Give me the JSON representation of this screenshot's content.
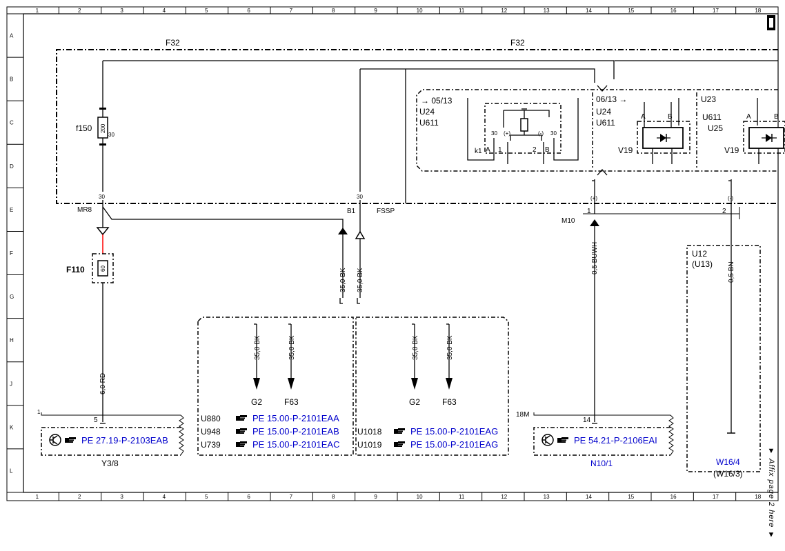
{
  "frame": {
    "col_numbers": [
      "1",
      "2",
      "3",
      "4",
      "5",
      "6",
      "7",
      "8",
      "9",
      "10",
      "11",
      "12",
      "13",
      "14",
      "15",
      "16",
      "17",
      "18"
    ],
    "row_letters": [
      "A",
      "B",
      "C",
      "D",
      "E",
      "F",
      "G",
      "H",
      "J",
      "K",
      "L"
    ]
  },
  "labels": {
    "f32_left": "F32",
    "f32_right": "F32",
    "f150": "f150",
    "f150_value": "200",
    "f150_pin": "30",
    "mr8": "MR8",
    "mr8_pin": "30",
    "f110": "F110",
    "f110_value": "60",
    "b1": "B1",
    "b1_pin": "30",
    "fssp": "FSSP",
    "wire_6rd": "6,0 RD",
    "wire_35bk_a": "35,0 BK",
    "wire_35bk_b": "35,0 BK",
    "wire_35bk_c": "35,0 BK",
    "wire_35bk_d": "35,0 BK",
    "wire_35bk_e": "35,0 BK",
    "wire_35bk_f": "35,0 BK",
    "wire_bu_wh": "0,5 BUWH",
    "wire_bn": "0,5 BN",
    "m10": "M10",
    "m10_pin1": "1",
    "m10_pin2": "2",
    "m10_plus": "(+)",
    "m10_minus": "(-)",
    "k1": "k1",
    "k1_pin_a": "A",
    "k1_pin_b": "B",
    "k1_pin_1": "1",
    "k1_pin_2": "2",
    "k1_30a": "30",
    "k1_plus": "(+)",
    "k1_minus": "(-)",
    "k1_30b": "30",
    "ref_0513": "05/13",
    "u24_a": "U24",
    "u611_a": "U611",
    "ref_0613": "06/13",
    "u24_b": "U24",
    "u611_b": "U611",
    "v19_a": "V19",
    "v19_a_pa": "A",
    "v19_a_pb": "B",
    "u23": "U23",
    "u611_c": "U611",
    "u25": "U25",
    "v19_b": "V19",
    "v19_b_pa": "A",
    "v19_b_pb": "B",
    "u12": "U12",
    "u13": "(U13)",
    "w16_4": "W16/4",
    "w16_3": "(W16/3)",
    "g2_left": "G2",
    "f63_left": "F63",
    "g2_right": "G2",
    "f63_right": "F63",
    "u880": "U880",
    "u948": "U948",
    "u739": "U739",
    "u1018": "U1018",
    "u1019": "U1019",
    "y38": "Y3/8",
    "y38_pin1": "1",
    "y38_pin5": "5",
    "n101": "N10/1",
    "n101_18m": "18M",
    "n101_pin14": "14",
    "affix": "Affix page 2 here"
  },
  "links": {
    "pe_y38": "PE 27.19-P-2103EAB",
    "pe_u880": "PE 15.00-P-2101EAA",
    "pe_u948": "PE 15.00-P-2101EAB",
    "pe_u739": "PE 15.00-P-2101EAC",
    "pe_u1018": "PE 15.00-P-2101EAG",
    "pe_u1019": "PE 15.00-P-2101EAG",
    "pe_n101": "PE 54.21-P-2106EAI"
  },
  "icons": {
    "transistor": "transistor-icon",
    "hand_pointer": "pointing-hand-icon",
    "fuse": "fuse-icon",
    "diode": "diode-icon",
    "relay_coil": "relay-coil-icon",
    "ground_arrow": "arrow-down-icon",
    "connector_triangle": "connector-triangle-icon"
  },
  "colors": {
    "link": "#0000cc",
    "red_wire": "#ff0000",
    "line": "#000000"
  }
}
